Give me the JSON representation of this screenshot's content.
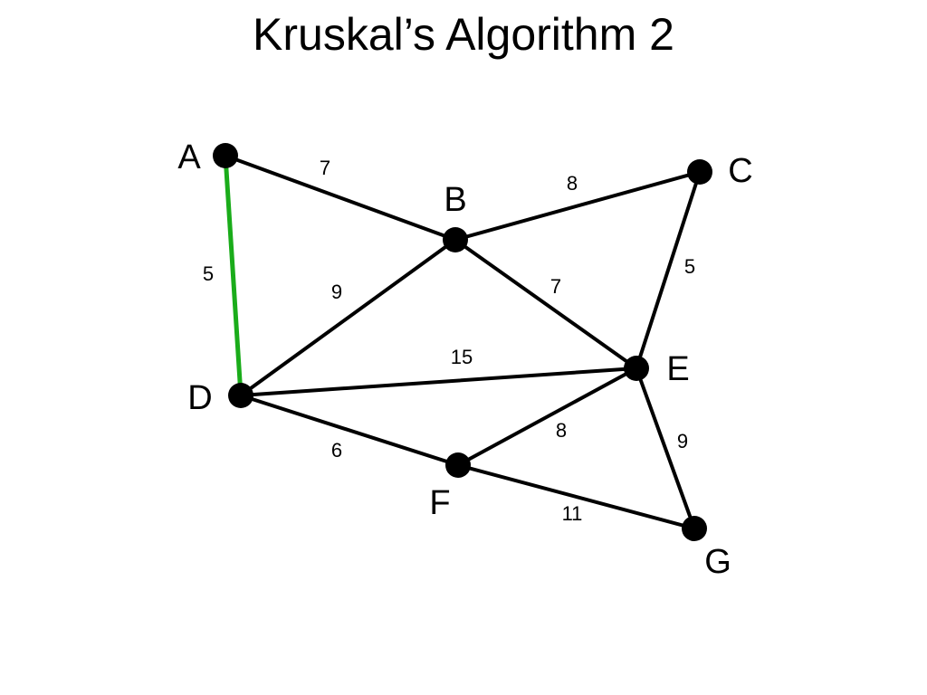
{
  "slide": {
    "title": "Kruskal’s Algorithm 2"
  },
  "graph": {
    "edge_color": "#000000",
    "selected_edge_color": "#1aac1a",
    "node_color": "#000000",
    "nodes": [
      {
        "id": "A",
        "label": "A"
      },
      {
        "id": "B",
        "label": "B"
      },
      {
        "id": "C",
        "label": "C"
      },
      {
        "id": "D",
        "label": "D"
      },
      {
        "id": "E",
        "label": "E"
      },
      {
        "id": "F",
        "label": "F"
      },
      {
        "id": "G",
        "label": "G"
      }
    ],
    "edges": [
      {
        "from": "A",
        "to": "B",
        "weight": "7",
        "selected": false
      },
      {
        "from": "A",
        "to": "D",
        "weight": "5",
        "selected": true
      },
      {
        "from": "B",
        "to": "C",
        "weight": "8",
        "selected": false
      },
      {
        "from": "B",
        "to": "D",
        "weight": "9",
        "selected": false
      },
      {
        "from": "B",
        "to": "E",
        "weight": "7",
        "selected": false
      },
      {
        "from": "C",
        "to": "E",
        "weight": "5",
        "selected": false
      },
      {
        "from": "D",
        "to": "E",
        "weight": "15",
        "selected": false
      },
      {
        "from": "D",
        "to": "F",
        "weight": "6",
        "selected": false
      },
      {
        "from": "E",
        "to": "F",
        "weight": "8",
        "selected": false
      },
      {
        "from": "E",
        "to": "G",
        "weight": "9",
        "selected": false
      },
      {
        "from": "F",
        "to": "G",
        "weight": "11",
        "selected": false
      }
    ]
  }
}
